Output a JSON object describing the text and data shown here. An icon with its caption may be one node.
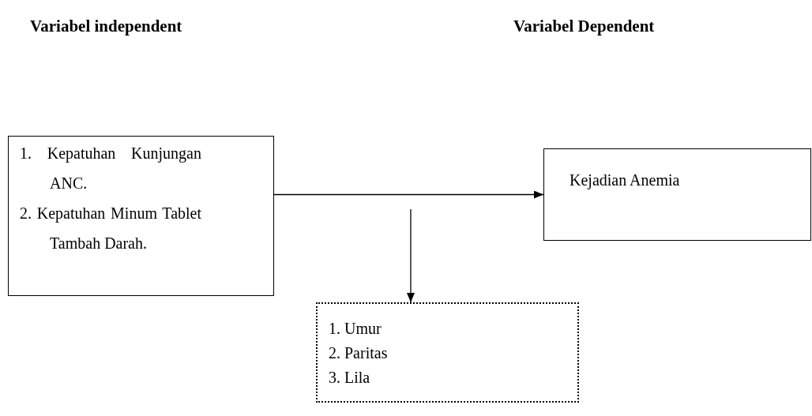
{
  "diagram": {
    "nodes": [
      {
        "text": [
          "1. Kepatuhan Kunjungan ANC.",
          "2. Kepatuhan Minum Tablet Tambah Darah."
        ]
      },
      {
        "text": [
          "Kejadian Anemia"
        ]
      },
      {
        "text": [
          "1. Umur",
          "2. Paritas",
          "3. Lila"
        ]
      }
    ],
    "edges": [
      {
        "from": 0,
        "to": 1,
        "arrow": "to"
      },
      {
        "from": null,
        "to": 2,
        "arrow": "to"
      }
    ],
    "labels": [
      "Variabel independent",
      "Variabel Dependent"
    ]
  }
}
